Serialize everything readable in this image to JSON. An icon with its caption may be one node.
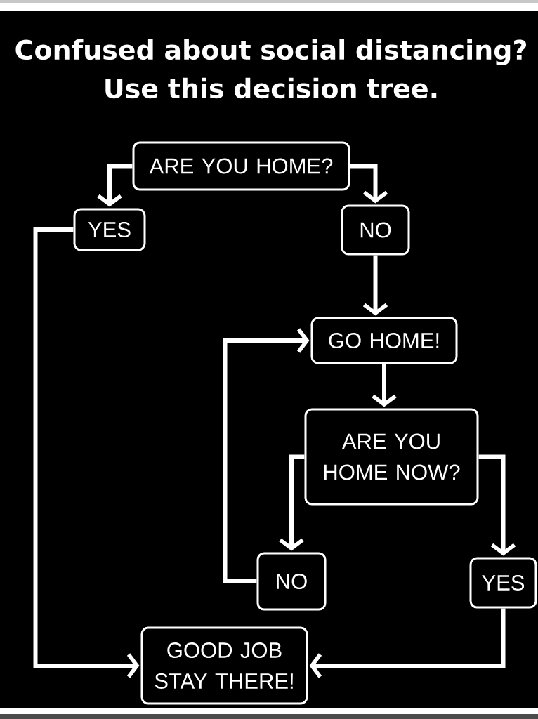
{
  "diagram": {
    "title": "Confused about social distancing? Use this decision tree.",
    "nodes": [
      {
        "text": [
          "ARE YOU HOME?"
        ]
      },
      {
        "text": [
          "YES"
        ]
      },
      {
        "text": [
          "NO"
        ]
      },
      {
        "text": [
          "GO HOME!"
        ]
      },
      {
        "text": [
          "ARE YOU HOME NOW?"
        ]
      },
      {
        "text": [
          "NO"
        ]
      },
      {
        "text": [
          "YES"
        ]
      },
      {
        "text": [
          "GOOD JOB STAY THERE!"
        ]
      }
    ],
    "edges": [
      {
        "from": 0,
        "to": 1,
        "arrow": "to"
      },
      {
        "from": 0,
        "to": 2,
        "arrow": "to"
      },
      {
        "from": 1,
        "to": 7,
        "arrow": "to"
      },
      {
        "from": 2,
        "to": 3,
        "arrow": "to"
      },
      {
        "from": 3,
        "to": 4,
        "arrow": "to"
      },
      {
        "from": 4,
        "to": 5,
        "arrow": "to"
      },
      {
        "from": 4,
        "to": 6,
        "arrow": "to"
      },
      {
        "from": 5,
        "to": 3,
        "arrow": "to"
      },
      {
        "from": 6,
        "to": 7,
        "arrow": "to"
      }
    ]
  }
}
